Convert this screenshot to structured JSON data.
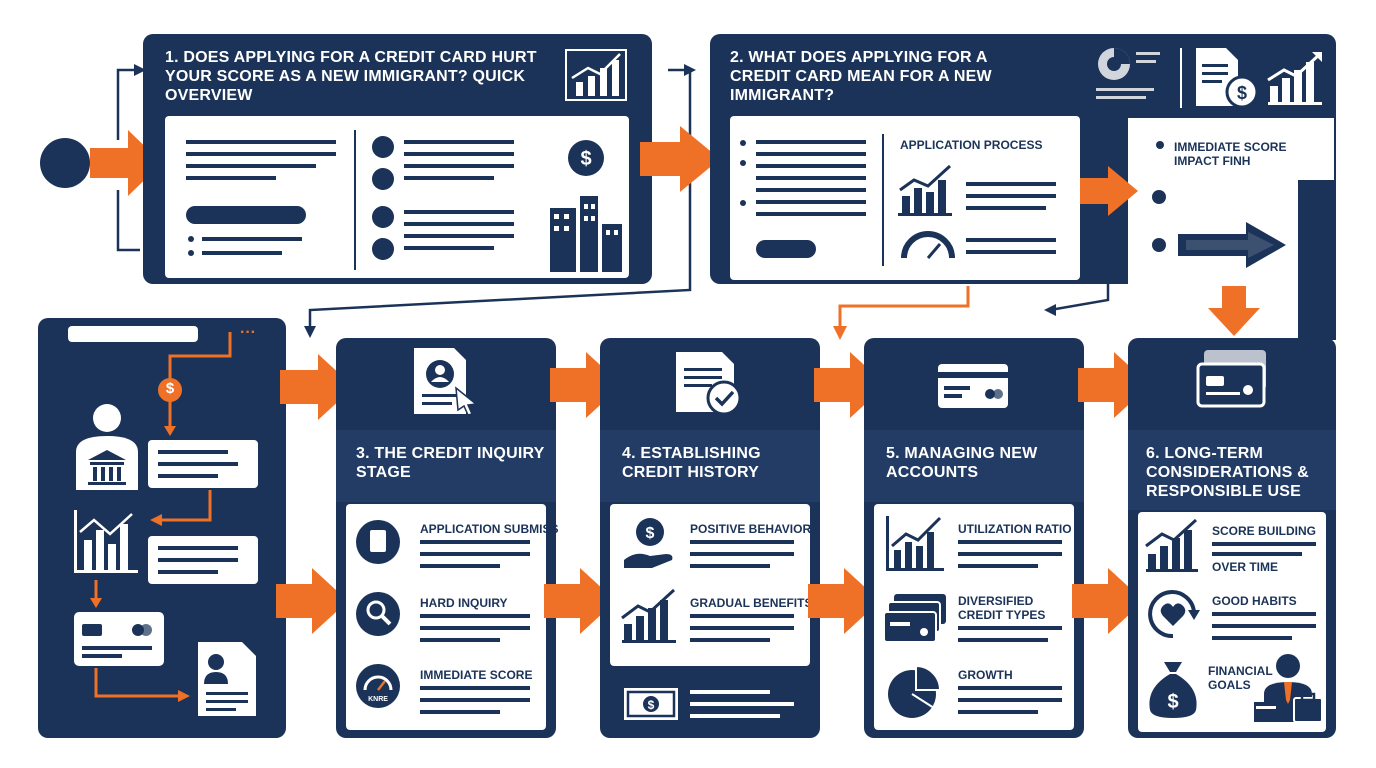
{
  "colors": {
    "navy": "#1b3358",
    "orange": "#ef7128",
    "white": "#ffffff"
  },
  "box1": {
    "title": "1. Does applying for a credit card hurt your score as a new immigrant? Quick overview"
  },
  "box2": {
    "title": "2. What does applying for a credit card mean for a new immigrant?",
    "section_label": "Application Process"
  },
  "box2b": {
    "label": "Immediate score impact finh"
  },
  "steps": [
    {
      "title": "3. The credit inquiry stage",
      "items": [
        "Application submiss",
        "Hard inquiry",
        "Immediate score"
      ],
      "gauge_text": "KNRE"
    },
    {
      "title": "4. Establishing credit history",
      "items": [
        "Positive behavior",
        "Gradual benefits"
      ]
    },
    {
      "title": "5. Managing new accounts",
      "items": [
        "Utilization ratio",
        "Diversified credit types",
        "Growth"
      ]
    },
    {
      "title": "6. Long-term considerations & responsible use",
      "items": [
        "Score building",
        "Over time",
        "Good habits",
        "Financial goals"
      ]
    }
  ],
  "icons": [
    "person-bank-icon",
    "bar-chart-icon",
    "credit-card-icon",
    "document-icon",
    "dollar-icon",
    "gauge-icon",
    "pie-chart-icon",
    "money-bag-icon",
    "heart-cycle-icon",
    "city-icon"
  ]
}
